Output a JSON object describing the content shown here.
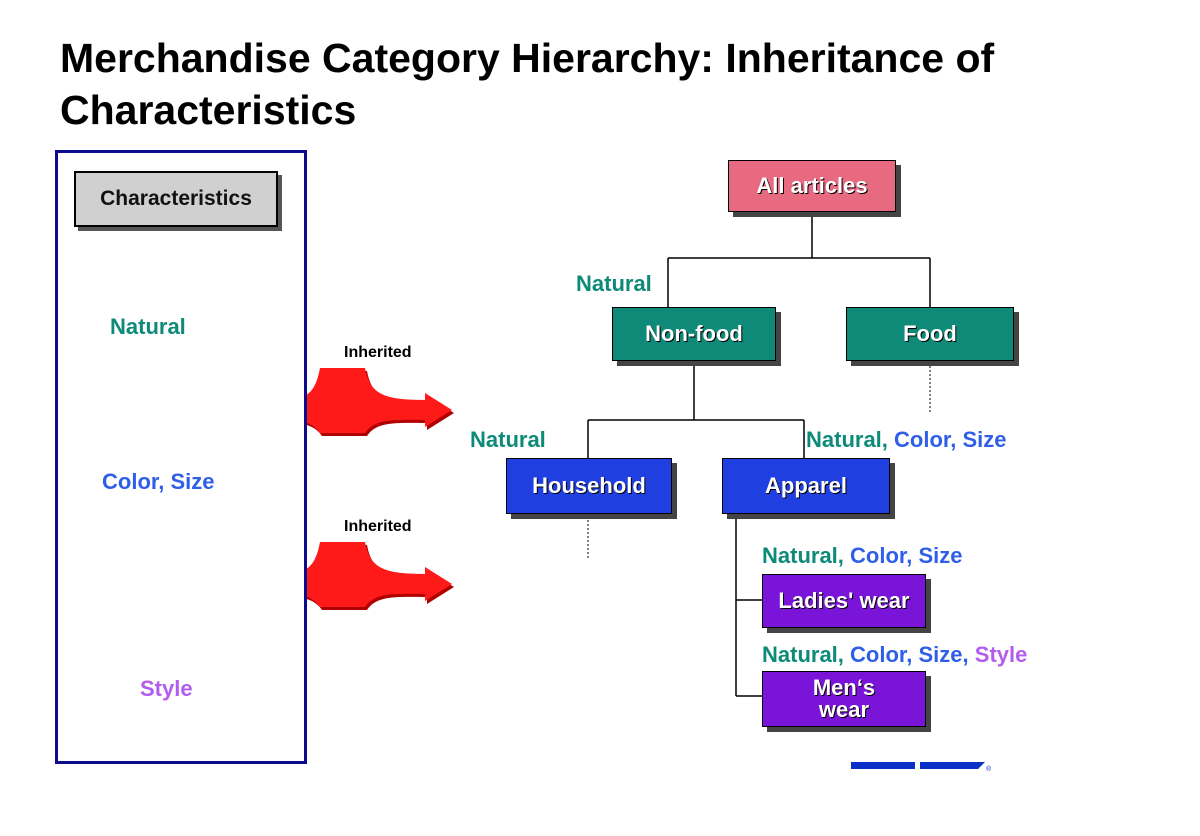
{
  "title": {
    "line1": "Merchandise Category Hierarchy: Inheritance of",
    "line2": "Characteristics"
  },
  "characteristics_panel": {
    "header": "Characteristics",
    "natural": "Natural",
    "color_size": "Color, Size",
    "style": "Style"
  },
  "arrows": {
    "label_1": "Inherited",
    "label_2": "Inherited",
    "color": "#ff1a1a"
  },
  "tree": {
    "root": "All articles",
    "non_food": "Non-food",
    "food": "Food",
    "household": "Household",
    "apparel": "Apparel",
    "ladies_wear": "Ladies' wear",
    "mens_wear_line1": "Men‘s",
    "mens_wear_line2": "wear"
  },
  "annotations": {
    "non_food_natural": "Natural",
    "household_natural": "Natural",
    "apparel": {
      "natural": "Natural,",
      "rest": "Color, Size"
    },
    "ladies": {
      "natural": "Natural,",
      "rest": "Color, Size"
    },
    "mens": {
      "natural": "Natural,",
      "rest": "Color, Size,",
      "style": "Style"
    }
  },
  "colors": {
    "teal": "#0d8a78",
    "blue": "#2f5fe8",
    "violet": "#b35df0",
    "root_node": "#e86a80",
    "level1_node": "#0f8a78",
    "level2_node": "#1f3fe0",
    "level3_node": "#7a14d8",
    "panel_border": "#0b0b8c"
  }
}
